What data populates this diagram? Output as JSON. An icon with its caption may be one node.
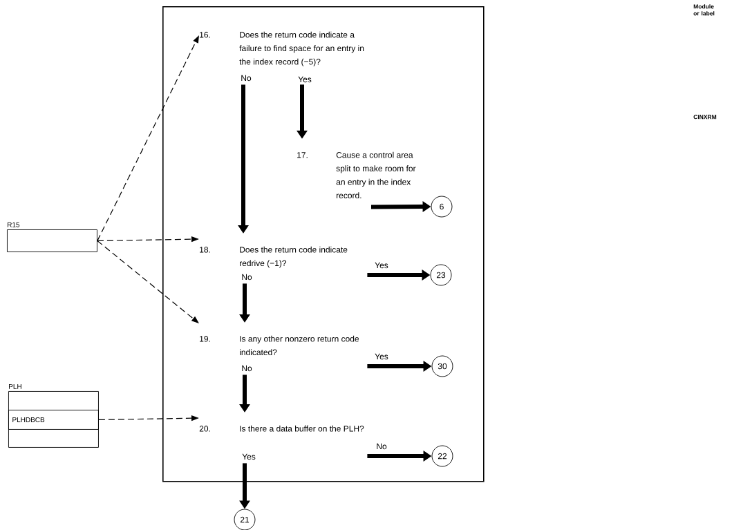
{
  "diagram": {
    "nodes": [
      {
        "text": [],
        "shape": "box"
      },
      {
        "text": [
          "16.",
          "Does the return code indicate a failure to find space for an entry in the index record (−5)?"
        ],
        "in": 0
      },
      {
        "text": [
          "17.",
          "Cause a control area split to make room for an entry in the index record."
        ],
        "in": 0
      },
      {
        "text": [
          "18.",
          "Does the return code indicate redrive (−1)?"
        ],
        "in": 0
      },
      {
        "text": [
          "19.",
          "Is any other nonzero return code indicated?"
        ],
        "in": 0
      },
      {
        "text": [
          "20.",
          "Is there a data buffer on the PLH?"
        ],
        "in": 0
      },
      {
        "text": [
          "6"
        ],
        "in": 0
      },
      {
        "text": [
          "23"
        ],
        "in": 0
      },
      {
        "text": [
          "30"
        ],
        "in": 0
      },
      {
        "text": [
          "22"
        ],
        "in": 0
      },
      {
        "text": [
          "21"
        ]
      },
      {
        "text": [
          "R15"
        ]
      },
      {
        "text": [
          "PLH"
        ]
      },
      {
        "text": [
          "PLHDBCB"
        ],
        "in": 12
      }
    ],
    "edges": [
      {
        "from": 1,
        "to": 3,
        "arrow": "to",
        "label": "No"
      },
      {
        "from": 1,
        "to": 2,
        "arrow": "to",
        "label": "Yes"
      },
      {
        "from": 2,
        "to": 6,
        "arrow": "to"
      },
      {
        "from": 3,
        "to": 4,
        "arrow": "to",
        "label": "No"
      },
      {
        "from": 3,
        "to": 7,
        "arrow": "to",
        "label": "Yes"
      },
      {
        "from": 4,
        "to": 5,
        "arrow": "to",
        "label": "No"
      },
      {
        "from": 4,
        "to": 8,
        "arrow": "to",
        "label": "Yes"
      },
      {
        "from": 5,
        "to": 10,
        "arrow": "to",
        "label": "Yes"
      },
      {
        "from": 5,
        "to": 9,
        "arrow": "to",
        "label": "No"
      },
      {
        "from": 11,
        "to": 1,
        "arrow": "to",
        "style": "dashed"
      },
      {
        "from": 11,
        "to": 3,
        "arrow": "to",
        "style": "dashed"
      },
      {
        "from": 11,
        "to": 4,
        "arrow": "to",
        "style": "dashed"
      },
      {
        "from": 13,
        "to": 5,
        "arrow": "to",
        "style": "dashed"
      }
    ],
    "labels": [
      "Module or label",
      "CINXRM"
    ]
  }
}
